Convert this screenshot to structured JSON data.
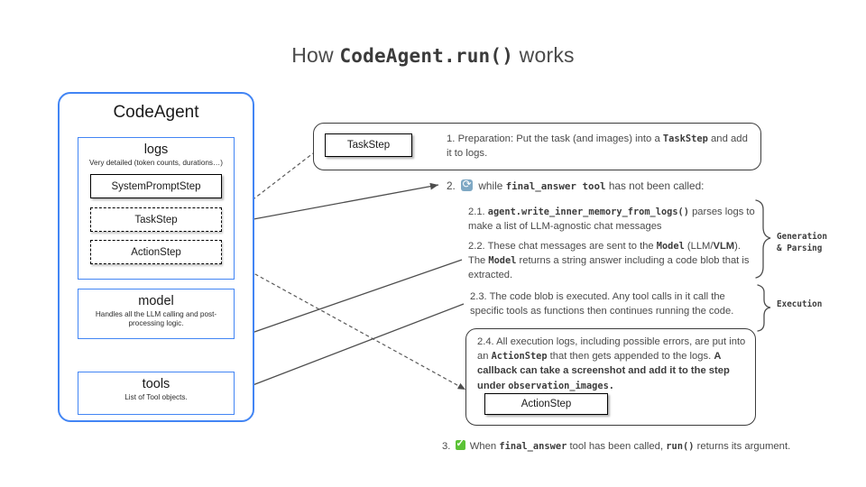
{
  "title": {
    "prefix": "How ",
    "code": "CodeAgent.run()",
    "suffix": " works"
  },
  "agent": {
    "name": "CodeAgent",
    "logs": {
      "heading": "logs",
      "subtitle": "Very detailed (token counts, durations…)",
      "steps": [
        {
          "label": "SystemPromptStep",
          "style": "solid"
        },
        {
          "label": "TaskStep",
          "style": "dashed"
        },
        {
          "label": "ActionStep",
          "style": "dashed"
        }
      ]
    },
    "model": {
      "heading": "model",
      "subtitle": "Handles all the LLM calling and post-processing logic."
    },
    "tools": {
      "heading": "tools",
      "subtitle": "List of Tool objects."
    }
  },
  "flow": {
    "step1": {
      "box_label": "TaskStep",
      "number": "1.",
      "text_a": "Preparation: Put the task (and images) into a ",
      "code_a": "TaskStep",
      "text_b": " and add it to logs."
    },
    "step2": {
      "number": "2.",
      "icon": "loop-icon",
      "text_a": "while ",
      "code_a": "final_answer tool",
      "text_b": " has not been called:"
    },
    "step21": {
      "number": "2.1.",
      "code_a": "agent.write_inner_memory_from_logs()",
      "text_a": " parses logs to make a list of LLM-agnostic chat messages"
    },
    "step22": {
      "number": "2.2.",
      "text_a": " These chat messages are sent to the ",
      "code_a": "Model",
      "text_b": " (LLM/",
      "bold_a": "VLM",
      "text_c": "). The ",
      "code_b": "Model",
      "text_d": " returns a string answer including a code blob that is extracted."
    },
    "step23": {
      "number": "2.3.",
      "text_a": " The code blob is executed. Any tool calls in it call the specific tools as functions then continues running the code."
    },
    "step24": {
      "number": "2.4.",
      "text_a": " All execution logs, including possible errors, are put into an ",
      "code_a": "ActionStep",
      "text_b": " that then gets appended to the logs. ",
      "bold_a": "A callback can  take a screenshot and add it to the step under ",
      "bold_code_a": "observation_images.",
      "box_label": "ActionStep"
    },
    "step3": {
      "number": "3.",
      "icon": "check-icon",
      "text_a": "When ",
      "code_a": "final_answer",
      "text_b": " tool has been called, ",
      "code_b": "run()",
      "text_c": " returns its argument."
    },
    "brace_labels": {
      "generation": "Generation\n& Parsing",
      "generation_line1": "Generation",
      "generation_line2": "& Parsing",
      "execution": "Execution"
    }
  },
  "colors": {
    "blue_border": "#4285f4",
    "text": "#4a4a4a",
    "loop_icon": "#7ea8c4",
    "check_icon": "#5bc236",
    "arrow": "#4d4d4d"
  }
}
